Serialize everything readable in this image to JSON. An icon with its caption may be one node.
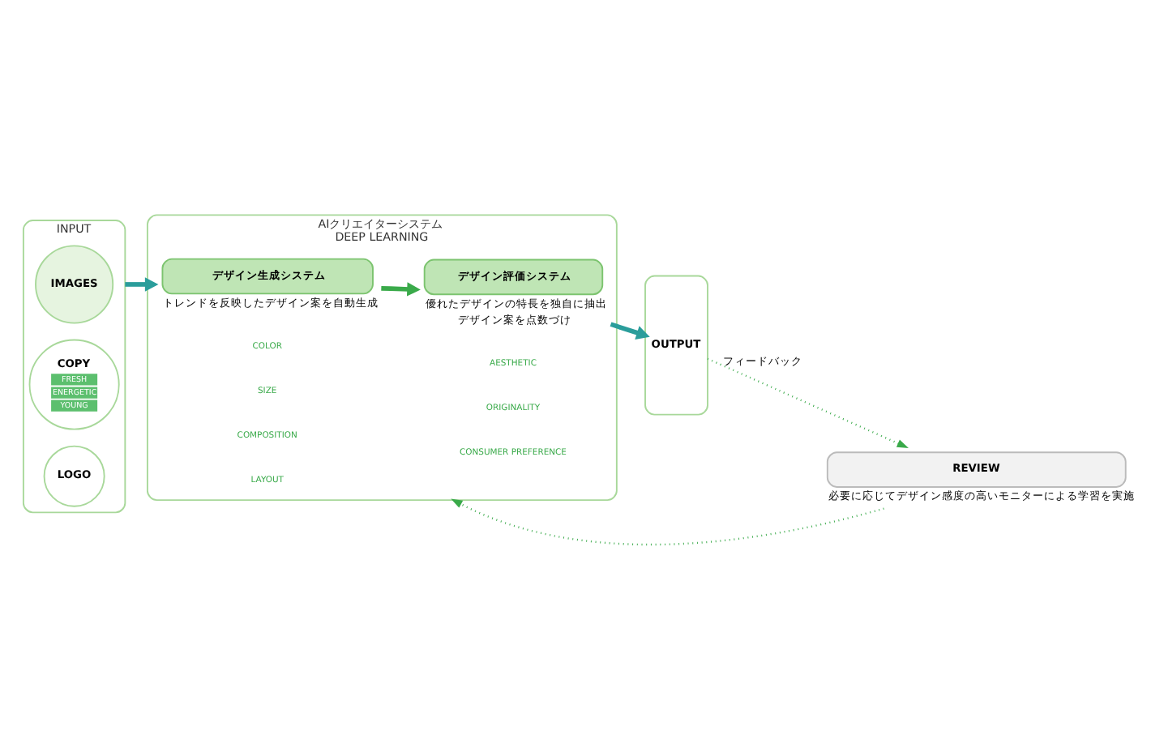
{
  "diagram": {
    "nodes": [
      {
        "text": [
          "INPUT"
        ]
      },
      {
        "text": [
          "IMAGES"
        ],
        "in": 0
      },
      {
        "text": [
          "COPY",
          "FRESH",
          "ENERGETIC",
          "YOUNG"
        ],
        "in": 0
      },
      {
        "text": [
          "LOGO"
        ],
        "in": 0
      },
      {
        "text": [
          "AIクリエイターシステム",
          "DEEP LEARNING"
        ]
      },
      {
        "text": [
          "デザイン生成システム"
        ],
        "in": 4,
        "beside": [
          "トレンドを反映したデザイン案を自動生成"
        ]
      },
      {
        "text": [
          "デザイン評価システム"
        ],
        "in": 4,
        "beside": [
          "優れたデザインの特長を独自に抽出",
          "デザイン案を点数づけ"
        ]
      },
      {
        "text": [
          "OUTPUT"
        ]
      },
      {
        "text": [
          "REVIEW"
        ],
        "beside": [
          "必要に応じてデザイン感度の高いモニターによる学習を実施"
        ]
      }
    ],
    "edges": [
      {
        "from": 0,
        "to": 5,
        "arrow": "to",
        "color": "#2a9d9b"
      },
      {
        "from": 5,
        "to": 6,
        "arrow": "to",
        "color": "#3aaa4a"
      },
      {
        "from": 6,
        "to": 7,
        "arrow": "to",
        "color": "#2a9d9b"
      },
      {
        "from": 7,
        "to": 8,
        "arrow": "to",
        "label": "フィードバック",
        "style": "dashed",
        "color": "#3aaa4a"
      },
      {
        "from": 8,
        "to": 4,
        "arrow": "to",
        "style": "dashed",
        "color": "#3aaa4a"
      }
    ],
    "labels": [
      "COLOR",
      "SIZE",
      "COMPOSITION",
      "LAYOUT",
      "AESTHETIC",
      "ORIGINALITY",
      "CONSUMER PREFERENCE"
    ]
  }
}
